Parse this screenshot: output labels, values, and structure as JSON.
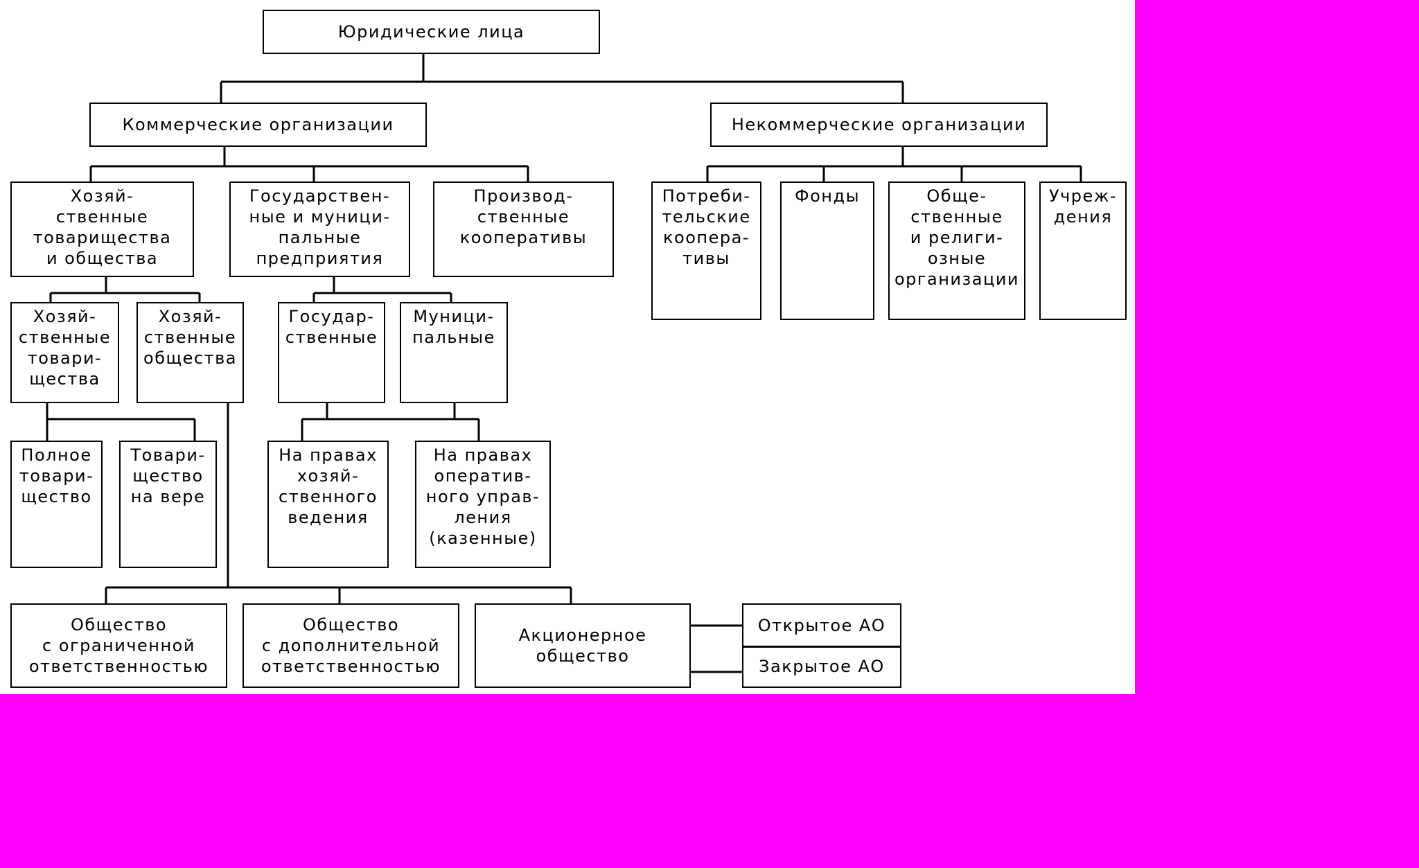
{
  "diagram": {
    "root": "Юридические лица",
    "commercial": {
      "label": "Коммерческие организации",
      "groups": {
        "partnerships_societies": "Хозяй-\nственные\nтоварищества\nи общества",
        "state_municipal": "Государствен-\nные и муници-\nпальные\nпредприятия",
        "cooperatives": "Производ-\nственные\nкооперативы"
      },
      "partnerships": "Хозяй-\nственные\nтовари-\nщества",
      "societies": "Хозяй-\nственные\nобщества",
      "state": "Государ-\nственные",
      "municipal": "Муници-\nпальные",
      "full_partnership": "Полное\nтовари-\nщество",
      "limited_partnership": "Товари-\nщество\nна вере",
      "economic_management": "На правах\nхозяй-\nственного\nведения",
      "operational_management": "На правах\nоператив-\nного управ-\nления\n(казенные)",
      "llc": "Общество\nс ограниченной\nответственностью",
      "alc": "Общество\nс дополнительной\nответственностью",
      "jsc": "Акционерное\nобщество",
      "open_jsc": "Открытое АО",
      "closed_jsc": "Закрытое АО"
    },
    "noncommercial": {
      "label": "Некоммерческие организации",
      "consumer_coops": "Потреби-\nтельские\nкоопера-\nтивы",
      "funds": "Фонды",
      "public_religious": "Обще-\nственные\nи религи-\nозные\nорганизации",
      "institutions": "Учреж-\nдения"
    }
  }
}
